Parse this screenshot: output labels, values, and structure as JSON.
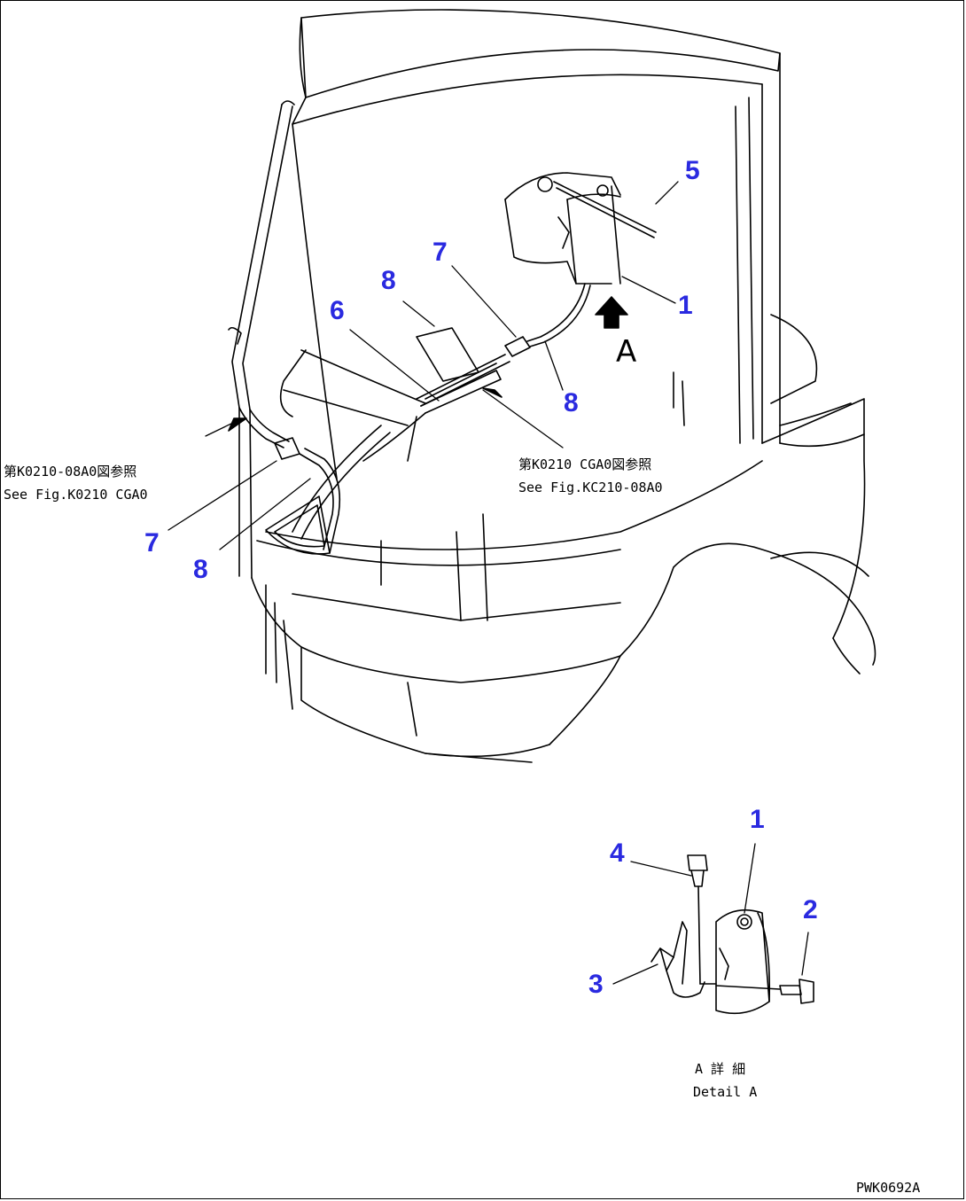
{
  "callouts": {
    "c1_top": "1",
    "c5": "5",
    "c7_top": "7",
    "c8_top": "8",
    "c6": "6",
    "c8_mid": "8",
    "c7_left": "7",
    "c8_left": "8",
    "c1_detail": "1",
    "c2": "2",
    "c3": "3",
    "c4": "4"
  },
  "view_letter": "A",
  "notes": {
    "left_jp": "第K0210-08A0図参照",
    "left_en": "See Fig.K0210 CGA0",
    "right_jp": "第K0210 CGA0図参照",
    "right_en": "See Fig.KC210-08A0"
  },
  "detail": {
    "jp": "A 詳 細",
    "en": "Detail A"
  },
  "drawing_code": "PWK0692A"
}
